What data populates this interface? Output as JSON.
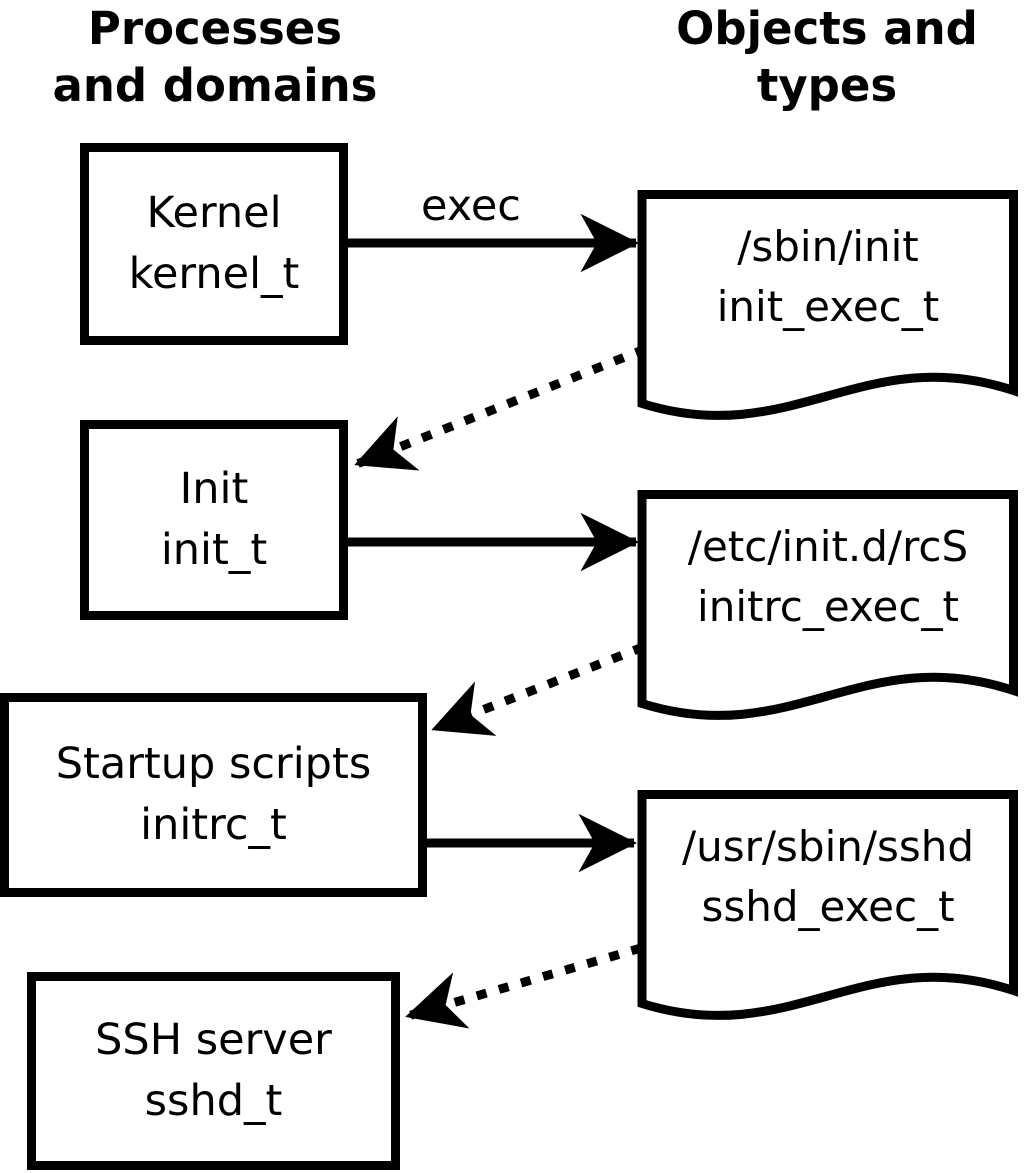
{
  "diagram": {
    "title_columns": {
      "left": {
        "line1": "Processes",
        "line2": "and domains"
      },
      "right": {
        "line1": "Objects and",
        "line2": "types"
      }
    },
    "edge_label": "exec",
    "processes": [
      {
        "name": "Kernel",
        "type": "kernel_t"
      },
      {
        "name": "Init",
        "type": "init_t"
      },
      {
        "name": "Startup scripts",
        "type": "initrc_t"
      },
      {
        "name": "SSH server",
        "type": "sshd_t"
      }
    ],
    "objects": [
      {
        "path": "/sbin/init",
        "type": "init_exec_t"
      },
      {
        "path": "/etc/init.d/rcS",
        "type": "initrc_exec_t"
      },
      {
        "path": "/usr/sbin/sshd",
        "type": "sshd_exec_t"
      }
    ],
    "colors": {
      "stroke": "#000000",
      "background": "#ffffff"
    }
  }
}
